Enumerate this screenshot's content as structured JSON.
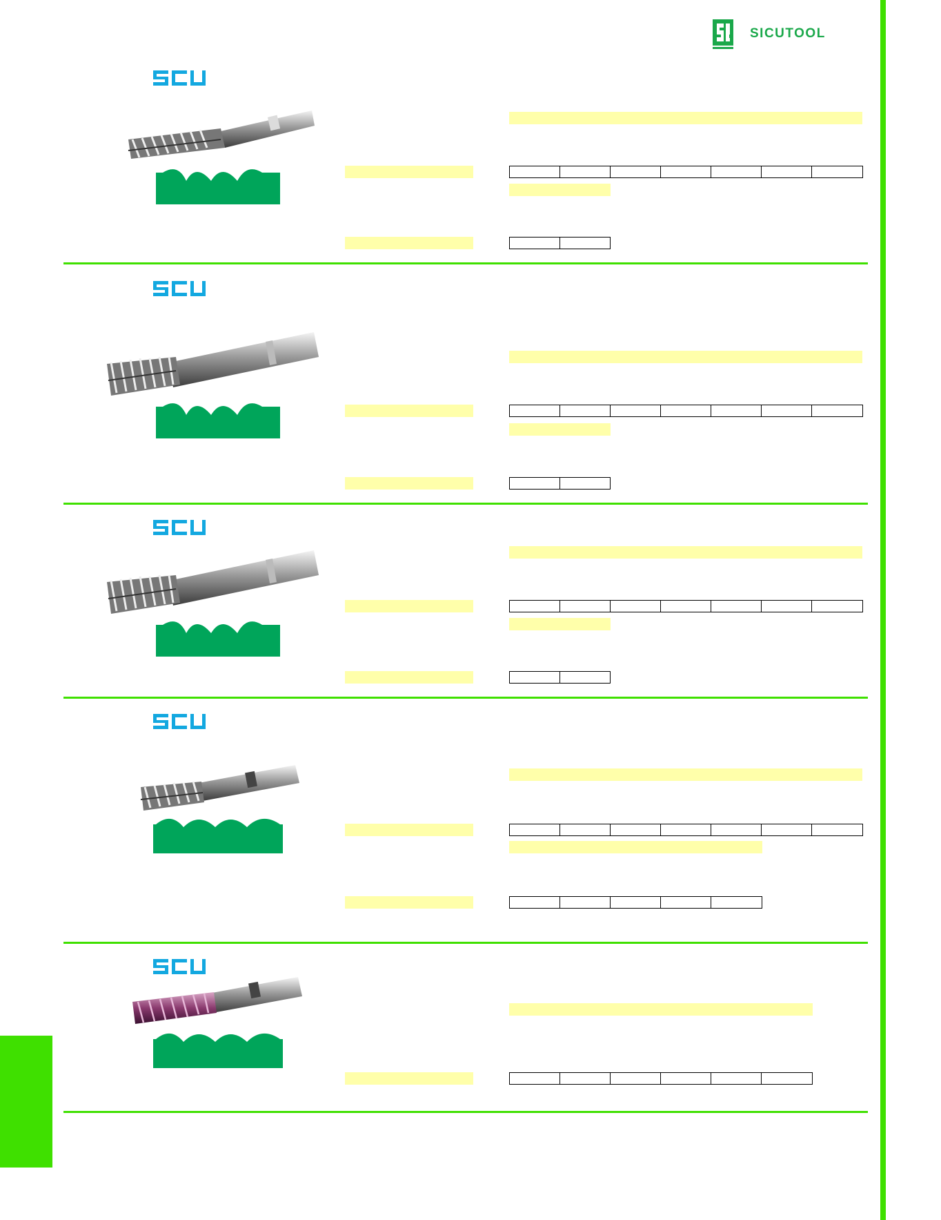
{
  "brand": {
    "name": "SICUTOOL",
    "badge": "SCU",
    "green": "#3fe000",
    "brand_green": "#1aa84a",
    "blue": "#13a8e0",
    "profile_green": "#00a55a",
    "highlight": "#ffffaa"
  },
  "sections": [
    {
      "id": 1,
      "tool_icon": "rougher-end-mill-icon",
      "profile_icon": "round-tooth-profile-icon",
      "table_columns": 7,
      "bottom_columns": 2
    },
    {
      "id": 2,
      "tool_icon": "rougher-end-mill-long-neck-icon",
      "profile_icon": "round-tooth-profile-icon",
      "table_columns": 7,
      "bottom_columns": 2
    },
    {
      "id": 3,
      "tool_icon": "rougher-end-mill-long-neck-icon",
      "profile_icon": "round-tooth-profile-icon",
      "table_columns": 7,
      "bottom_columns": 2
    },
    {
      "id": 4,
      "tool_icon": "rougher-end-mill-short-icon",
      "profile_icon": "wave-profile-icon",
      "table_columns": 7,
      "bottom_columns": 5
    },
    {
      "id": 5,
      "tool_icon": "coated-rougher-end-mill-icon",
      "profile_icon": "wave-profile-icon",
      "table_columns": 6
    }
  ]
}
